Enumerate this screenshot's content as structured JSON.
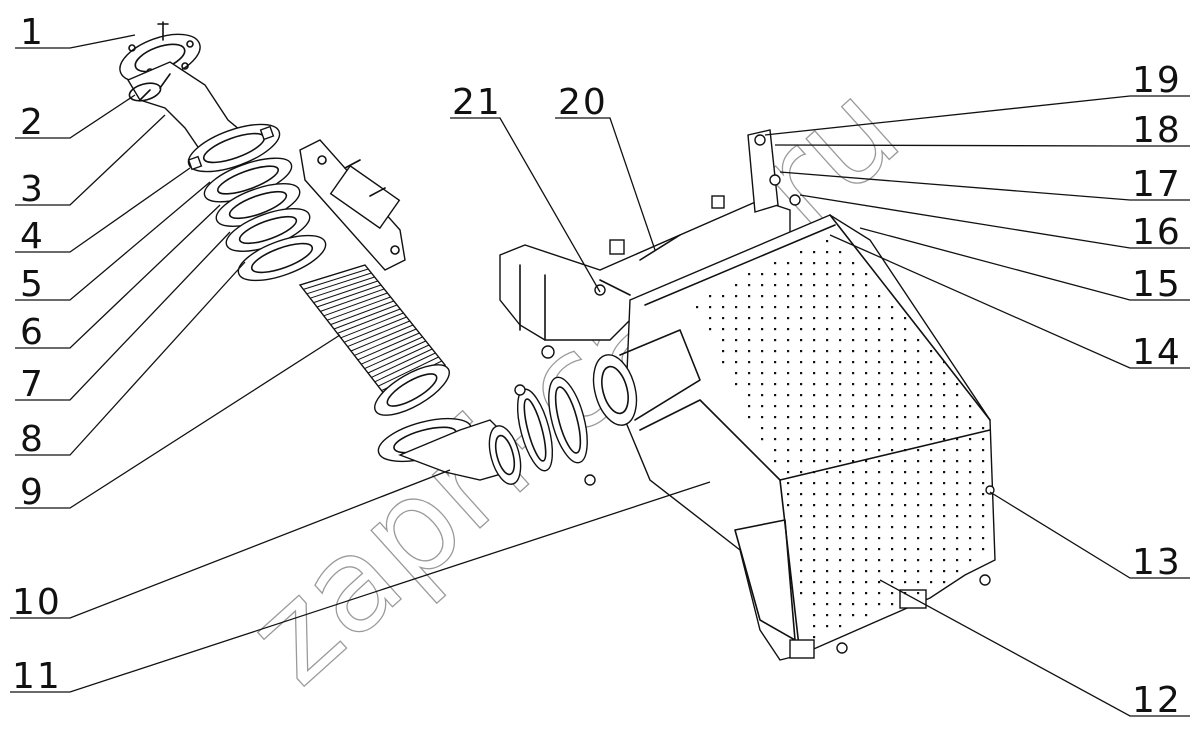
{
  "watermark": "zapri-cars.ru",
  "callouts": [
    {
      "id": "1",
      "label": "1"
    },
    {
      "id": "2",
      "label": "2"
    },
    {
      "id": "3",
      "label": "3"
    },
    {
      "id": "4",
      "label": "4"
    },
    {
      "id": "5",
      "label": "5"
    },
    {
      "id": "6",
      "label": "6"
    },
    {
      "id": "7",
      "label": "7"
    },
    {
      "id": "8",
      "label": "8"
    },
    {
      "id": "9",
      "label": "9"
    },
    {
      "id": "10",
      "label": "10"
    },
    {
      "id": "11",
      "label": "11"
    },
    {
      "id": "12",
      "label": "12"
    },
    {
      "id": "13",
      "label": "13"
    },
    {
      "id": "14",
      "label": "14"
    },
    {
      "id": "15",
      "label": "15"
    },
    {
      "id": "16",
      "label": "16"
    },
    {
      "id": "17",
      "label": "17"
    },
    {
      "id": "18",
      "label": "18"
    },
    {
      "id": "19",
      "label": "19"
    },
    {
      "id": "20",
      "label": "20"
    },
    {
      "id": "21",
      "label": "21"
    }
  ],
  "colors": {
    "ink": "#111111",
    "watermark": "#9a9a9a",
    "background": "#ffffff"
  }
}
